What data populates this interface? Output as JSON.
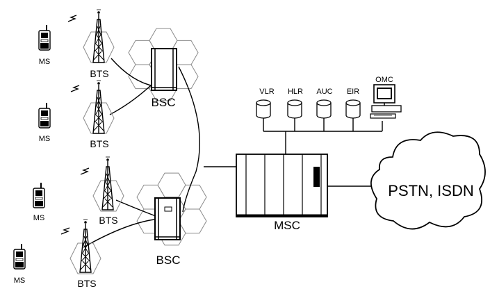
{
  "labels": {
    "ms": "MS",
    "bts": "BTS",
    "bsc": "BSC",
    "msc": "MSC",
    "network": "PSTN, ISDN",
    "databases": [
      "VLR",
      "HLR",
      "AUC",
      "EIR"
    ],
    "omc": "OMC"
  },
  "counts": {
    "mobile_stations": 4,
    "base_transceiver_stations": 4,
    "base_station_controllers": 2
  },
  "colors": {
    "line": "#000000",
    "cell_outline": "#8a8a8a",
    "background": "#ffffff"
  }
}
